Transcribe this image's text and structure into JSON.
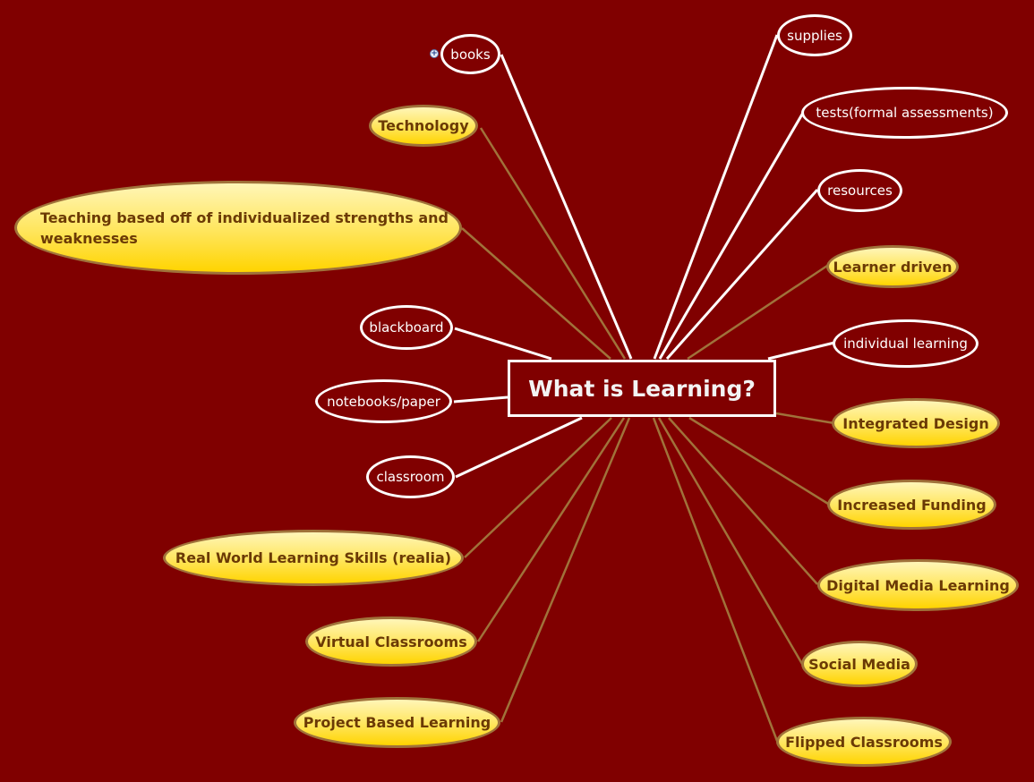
{
  "colors": {
    "background": "#800000",
    "outline_node_border": "#ffffff",
    "yellow_node_fill_top": "#fff6b8",
    "yellow_node_fill_bottom": "#ffd400",
    "yellow_node_border": "#a0723a",
    "yellow_node_text": "#6b3a05",
    "outline_link": "#ffffff",
    "yellow_link": "#a0723a"
  },
  "central": {
    "label": "What is Learning?"
  },
  "expander_icon": "+",
  "nodes": {
    "books": "books",
    "supplies": "supplies",
    "tests": "tests(formal assessments)",
    "resources": "resources",
    "learner_driven": "Learner driven",
    "individual_learning": "individual learning",
    "technology": "Technology",
    "teaching": "Teaching based off of individualized strengths and weaknesses",
    "blackboard": "blackboard",
    "notebooks": "notebooks/paper",
    "classroom": "classroom",
    "integrated_design": "Integrated Design",
    "increased_funding": "Increased Funding",
    "digital_media": "Digital Media Learning",
    "social_media": "Social Media",
    "flipped": "Flipped Classrooms",
    "real_world": "Real World Learning Skills (realia)",
    "virtual": "Virtual Classrooms",
    "project_based": "Project Based Learning"
  }
}
